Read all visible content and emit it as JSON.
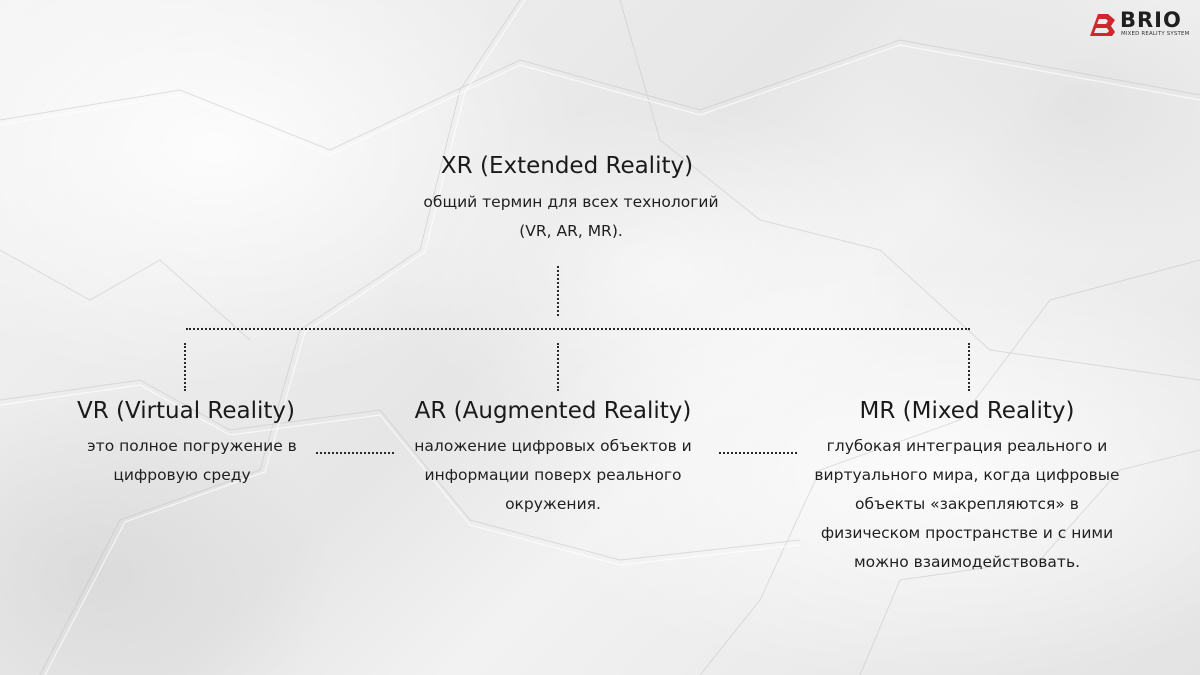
{
  "logo": {
    "word": "BRIO",
    "tagline": "MIXED REALITY SYSTEM",
    "accent": "#d0272d"
  },
  "root": {
    "title": "XR (Extended Reality)",
    "description_line1": "общий термин для всех технологий",
    "description_line2": "(VR, AR, MR)."
  },
  "children": [
    {
      "title": "VR (Virtual Reality)",
      "description_line1": "это полное погружение в",
      "description_line2": "цифровую среду"
    },
    {
      "title": "AR (Augmented Reality)",
      "description_line1": "наложение цифровых объектов и",
      "description_line2": "информации поверх реального",
      "description_line3": "окружения."
    },
    {
      "title": "MR (Mixed Reality)",
      "description_line1": "глубокая интеграция реального и",
      "description_line2": "виртуального мира, когда цифровые",
      "description_line3": "объекты «закрепляются» в",
      "description_line4": "физическом пространстве и с ними",
      "description_line5": "можно взаимодействовать."
    }
  ]
}
